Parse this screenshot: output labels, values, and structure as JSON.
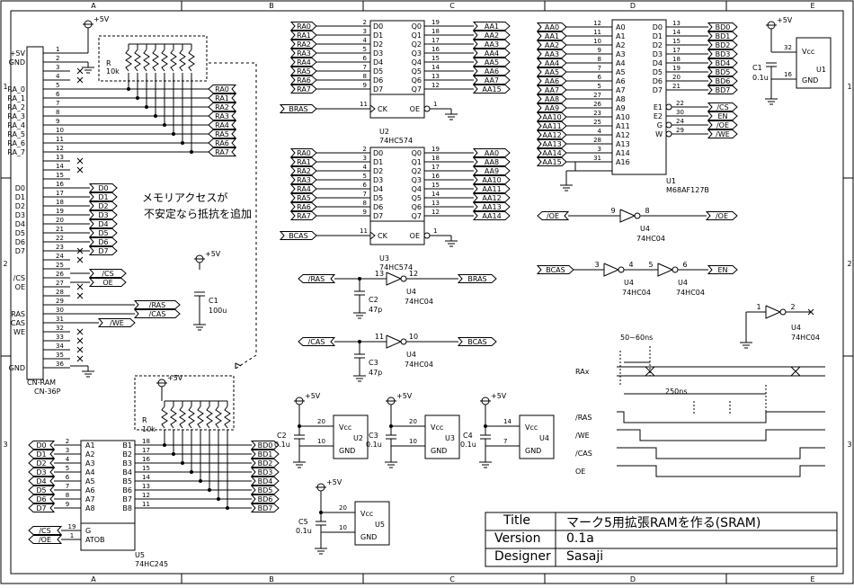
{
  "frame": {
    "columns": [
      "A",
      "B",
      "C",
      "D",
      "E"
    ],
    "rows": [
      "1",
      "2",
      "3"
    ]
  },
  "connector": {
    "pins_left": [
      "+5V",
      "GND",
      "",
      "",
      "RA_0",
      "RA_1",
      "RA_2",
      "RA_3",
      "RA_4",
      "RA_5",
      "RA_6",
      "RA_7",
      "",
      "",
      "",
      "D0",
      "D1",
      "D2",
      "D3",
      "D4",
      "D5",
      "D6",
      "D7",
      "",
      "",
      "/CS",
      "OE",
      "",
      "",
      "RAS",
      "CAS",
      "WE",
      "",
      "",
      "",
      "GND"
    ],
    "pins_right_labels": [
      "D0",
      "D1",
      "D2",
      "D3",
      "D4",
      "D5",
      "D6",
      "D7"
    ],
    "pin_numbers": [
      "1",
      "2",
      "3",
      "4",
      "5",
      "6",
      "7",
      "8",
      "9",
      "10",
      "11",
      "12",
      "13",
      "14",
      "15",
      "16",
      "17",
      "18",
      "19",
      "20",
      "21",
      "22",
      "23",
      "24",
      "25",
      "26",
      "27",
      "28",
      "29",
      "30",
      "31",
      "32",
      "33",
      "34",
      "35",
      "36"
    ],
    "name": "CN-RAM",
    "part": "CN-36P",
    "signals_out": {
      "cs": "/CS",
      "oe": "OE",
      "ras": "/RAS",
      "cas": "/CAS",
      "we": "/WE"
    }
  },
  "power": {
    "vcc": "+5V"
  },
  "resistor_top": {
    "name": "R",
    "value": "10k",
    "outputs": [
      "RA0",
      "RA1",
      "RA2",
      "RA3",
      "RA4",
      "RA5",
      "RA6",
      "RA7"
    ]
  },
  "resistor_bottom": {
    "name": "R",
    "value": "10k"
  },
  "cap_c1": {
    "name": "C1",
    "value": "100u"
  },
  "note": {
    "line1": "メモリアクセスが",
    "line2": "不安定なら抵抗を追加"
  },
  "u2": {
    "inputs": [
      "RA0",
      "RA1",
      "RA2",
      "RA3",
      "RA4",
      "RA5",
      "RA6",
      "RA7"
    ],
    "outputs": [
      "AA1",
      "AA2",
      "AA3",
      "AA4",
      "AA5",
      "AA6",
      "AA7",
      "AA15"
    ],
    "in_pins": [
      "2",
      "3",
      "4",
      "5",
      "6",
      "7",
      "8",
      "9"
    ],
    "out_pins": [
      "19",
      "18",
      "17",
      "16",
      "15",
      "14",
      "13",
      "12"
    ],
    "d_labels": [
      "D0",
      "D1",
      "D2",
      "D3",
      "D4",
      "D5",
      "D6",
      "D7"
    ],
    "q_labels": [
      "Q0",
      "Q1",
      "Q2",
      "Q3",
      "Q4",
      "Q5",
      "Q6",
      "Q7"
    ],
    "clk": "BRAS",
    "clk_pin": "11",
    "oe_pin": "1",
    "ck": "CK",
    "oe": "OE",
    "name": "U2",
    "part": "74HC574"
  },
  "u3": {
    "inputs": [
      "RA0",
      "RA1",
      "RA2",
      "RA3",
      "RA4",
      "RA5",
      "RA6",
      "RA7"
    ],
    "outputs": [
      "AA0",
      "AA8",
      "AA9",
      "AA10",
      "AA11",
      "AA12",
      "AA13",
      "AA14"
    ],
    "clk": "BCAS",
    "name": "U3",
    "part": "74HC574"
  },
  "u1": {
    "inputs": [
      "AA0",
      "AA1",
      "AA2",
      "AA3",
      "AA4",
      "AA5",
      "AA6",
      "AA7",
      "AA8",
      "AA9",
      "AA10",
      "AA11",
      "AA12",
      "AA13",
      "AA14",
      "AA15"
    ],
    "in_pins": [
      "12",
      "11",
      "10",
      "9",
      "8",
      "7",
      "6",
      "5",
      "27",
      "26",
      "23",
      "25",
      "4",
      "28",
      "3",
      "31"
    ],
    "a_labels": [
      "A0",
      "A1",
      "A2",
      "A3",
      "A4",
      "A5",
      "A6",
      "A7",
      "A8",
      "A9",
      "A10",
      "A11",
      "A12",
      "A13",
      "A14",
      "A16"
    ],
    "d_labels": [
      "D0",
      "D1",
      "D2",
      "D3",
      "D4",
      "D5",
      "D6",
      "D7"
    ],
    "out_pins": [
      "13",
      "14",
      "15",
      "17",
      "18",
      "19",
      "20",
      "21"
    ],
    "outputs": [
      "BD0",
      "BD1",
      "BD2",
      "BD3",
      "BD4",
      "BD5",
      "BD6",
      "BD7"
    ],
    "ctrl_labels": [
      "E1",
      "E2",
      "G",
      "W"
    ],
    "ctrl_pins": [
      "22",
      "30",
      "24",
      "29"
    ],
    "ctrl_signals": [
      "/CS",
      "EN",
      "/OE",
      "/WE"
    ],
    "name": "U1",
    "part": "M68AF127B"
  },
  "u1_power": {
    "vcc": "Vcc",
    "gnd": "GND",
    "name": "U1",
    "pin_vcc": "32",
    "pin_gnd": "16",
    "cap": "C1",
    "cap_value": "0.1u"
  },
  "inverters": {
    "oe": {
      "in": "/OE",
      "out": "/OE",
      "pin_in": "9",
      "pin_out": "8",
      "name": "U4",
      "part": "74HC04"
    },
    "bcas1": {
      "in": "BCAS",
      "pin_in": "3",
      "pin_out": "4",
      "name": "U4",
      "part": "74HC04"
    },
    "bcas2": {
      "out": "EN",
      "pin_in": "5",
      "pin_out": "6",
      "name": "U4",
      "part": "74HC04"
    },
    "ras": {
      "in": "/RAS",
      "out": "BRAS",
      "pin_in": "13",
      "pin_out": "12",
      "name": "U4",
      "part": "74HC04",
      "cap": "C2",
      "cap_value": "47p"
    },
    "cas": {
      "in": "/CAS",
      "out": "BCAS",
      "pin_in": "11",
      "pin_out": "10",
      "name": "U4",
      "part": "74HC04",
      "cap": "C3",
      "cap_value": "47p"
    },
    "spare": {
      "pin_in": "1",
      "pin_out": "2",
      "name": "U4",
      "part": "74HC04"
    }
  },
  "timing": {
    "label_top": "50~60ns",
    "label_mid": "250ns",
    "signals": [
      "RAx",
      "/RAS",
      "/WE",
      "/CAS",
      "OE"
    ]
  },
  "power_blocks": [
    {
      "cap": "C2",
      "value": "0.1u",
      "pin_vcc": "20",
      "pin_gnd": "10",
      "name": "U2"
    },
    {
      "cap": "C3",
      "value": "0.1u",
      "pin_vcc": "20",
      "pin_gnd": "10",
      "name": "U3"
    },
    {
      "cap": "C4",
      "value": "0.1u",
      "pin_vcc": "14",
      "pin_gnd": "7",
      "name": "U4"
    },
    {
      "cap": "C5",
      "value": "0.1u",
      "pin_vcc": "20",
      "pin_gnd": "10",
      "name": "U5"
    }
  ],
  "power_labels": {
    "vcc": "Vcc",
    "gnd": "GND"
  },
  "u5": {
    "a_inputs": [
      "D0",
      "D1",
      "D2",
      "D3",
      "D4",
      "D5",
      "D6",
      "D7"
    ],
    "a_pins": [
      "2",
      "3",
      "4",
      "5",
      "6",
      "7",
      "8",
      "9"
    ],
    "a_labels": [
      "A1",
      "A2",
      "A3",
      "A4",
      "A5",
      "A6",
      "A7",
      "A8"
    ],
    "b_labels": [
      "B1",
      "B2",
      "B3",
      "B4",
      "B5",
      "B6",
      "B7",
      "B8"
    ],
    "b_pins": [
      "18",
      "17",
      "16",
      "15",
      "14",
      "13",
      "12",
      "11"
    ],
    "b_outputs": [
      "BD0",
      "BD1",
      "BD2",
      "BD3",
      "BD4",
      "BD5",
      "BD6",
      "BD7"
    ],
    "ctrl": [
      "/CS",
      "/OE"
    ],
    "ctrl_pins": [
      "19",
      "1"
    ],
    "ctrl_labels": [
      "G",
      "ATOB"
    ],
    "name": "U5",
    "part": "74HC245"
  },
  "title_block": {
    "title_label": "Title",
    "title": "マーク5用拡張RAMを作る(SRAM)",
    "version_label": "Version",
    "version": "0.1a",
    "designer_label": "Designer",
    "designer": "Sasaji"
  }
}
